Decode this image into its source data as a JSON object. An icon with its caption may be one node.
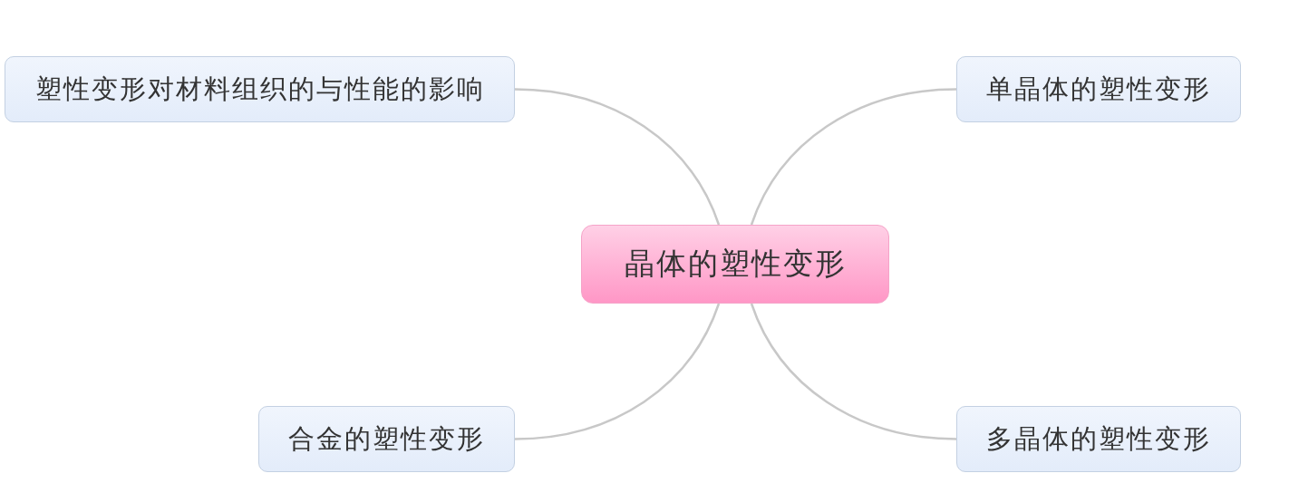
{
  "diagram": {
    "nodes": [
      {
        "text": [
          "晶体的塑性变形"
        ]
      },
      {
        "text": [
          "塑性变形对材料组织的与性能的影响"
        ]
      },
      {
        "text": [
          "单晶体的塑性变形"
        ]
      },
      {
        "text": [
          "合金的塑性变形"
        ]
      },
      {
        "text": [
          "多晶体的塑性变形"
        ]
      }
    ],
    "edges": [
      {
        "from": 0,
        "to": 1,
        "arrow": "none"
      },
      {
        "from": 0,
        "to": 2,
        "arrow": "none"
      },
      {
        "from": 0,
        "to": 3,
        "arrow": "none"
      },
      {
        "from": 0,
        "to": 4,
        "arrow": "none"
      }
    ]
  }
}
